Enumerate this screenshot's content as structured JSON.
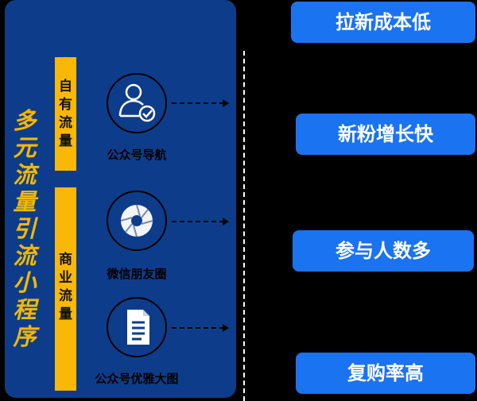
{
  "title": "多元流量引流小程序",
  "traffic_sources": {
    "own": "自有流量",
    "commercial": "商业流量"
  },
  "channels": [
    {
      "label": "公众号导航",
      "icon": "user-check-icon"
    },
    {
      "label": "微信朋友圈",
      "icon": "camera-aperture-icon"
    },
    {
      "label": "公众号优雅大图",
      "icon": "document-icon"
    }
  ],
  "benefits": [
    "拉新成本低",
    "新粉增长快",
    "参与人数多",
    "复购率高"
  ],
  "colors": {
    "panel": "#0d3d8a",
    "accent": "#f9b806",
    "benefit": "#1a73f0"
  }
}
